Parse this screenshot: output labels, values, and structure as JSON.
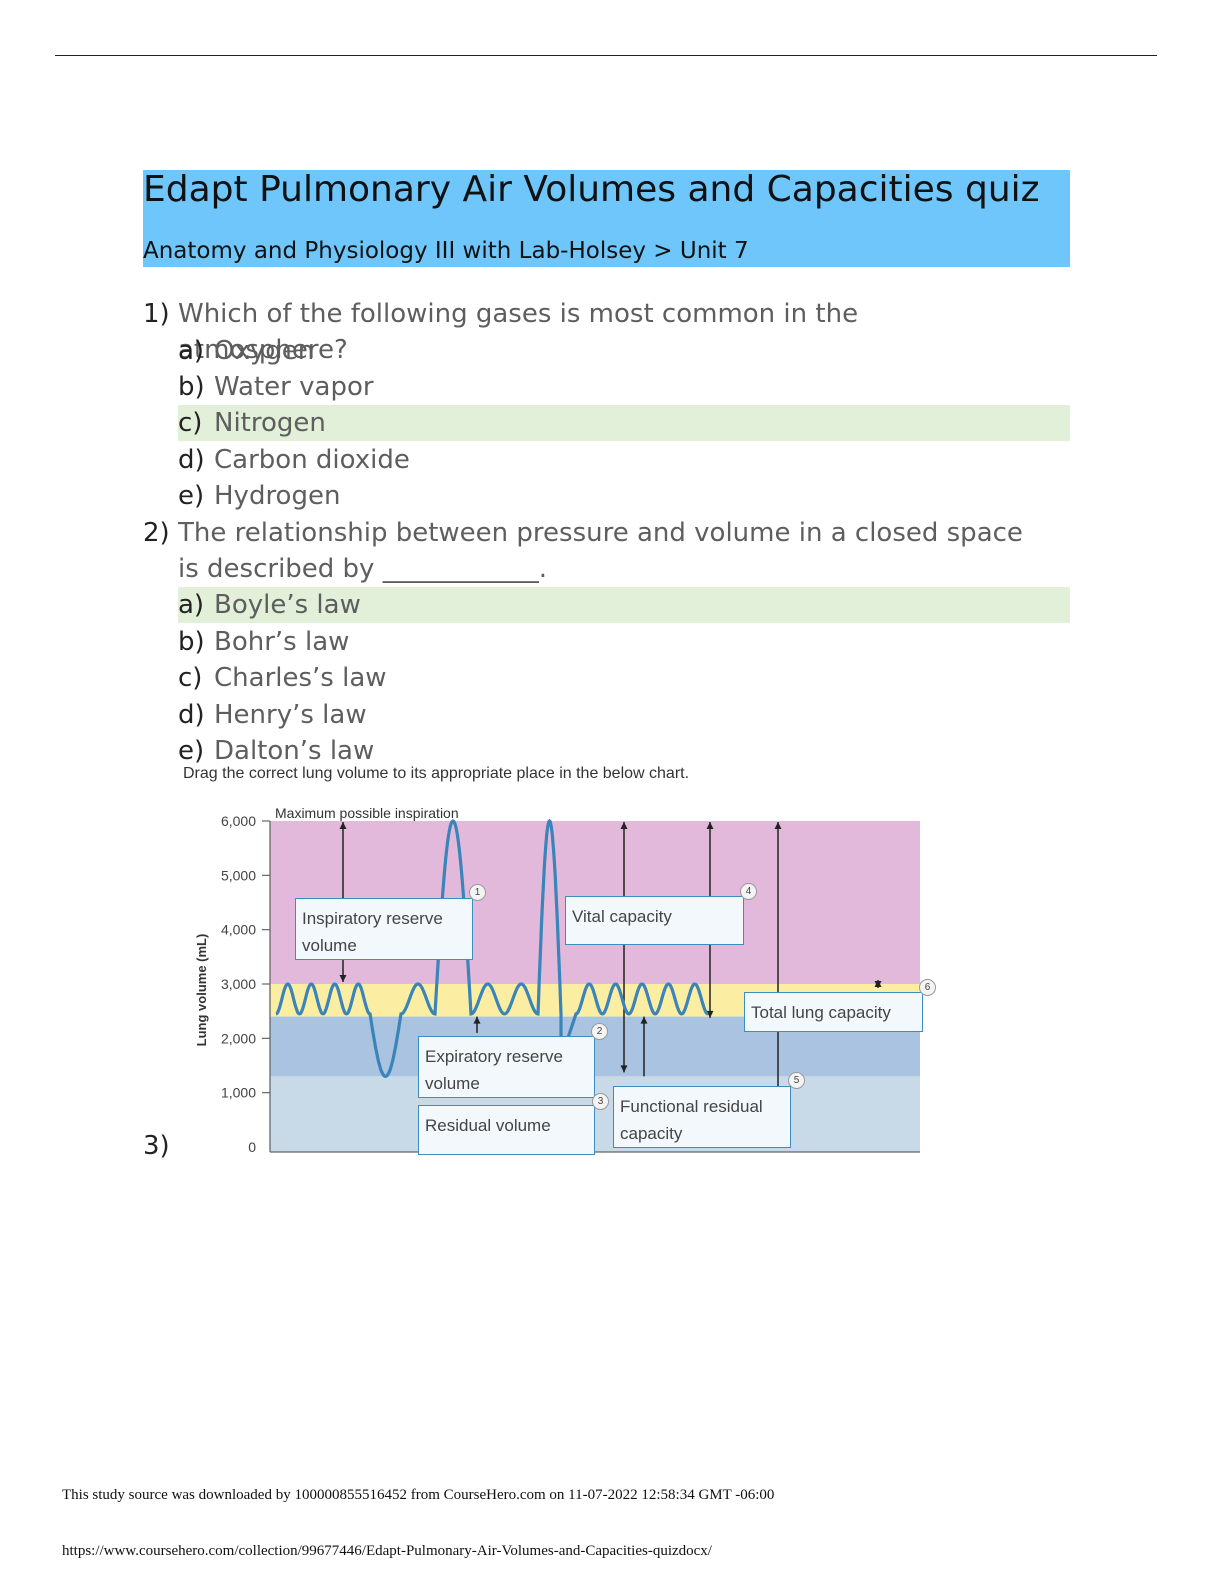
{
  "header": {
    "title": "Edapt Pulmonary Air Volumes and Capacities quiz",
    "subtitle": "Anatomy and Physiology III with Lab-Holsey > Unit 7"
  },
  "questions": [
    {
      "number": "1)",
      "text": "Which of the following gases is most common in the atmosphere?",
      "options": [
        {
          "letter": "a)",
          "text": "Oxygen",
          "correct": false
        },
        {
          "letter": "b)",
          "text": "Water vapor",
          "correct": false
        },
        {
          "letter": "c)",
          "text": "Nitrogen",
          "correct": true
        },
        {
          "letter": "d)",
          "text": "Carbon dioxide",
          "correct": false
        },
        {
          "letter": "e)",
          "text": "Hydrogen",
          "correct": false
        }
      ]
    },
    {
      "number": "2)",
      "text": "The relationship between pressure and volume in a closed space is described by ____________.",
      "options": [
        {
          "letter": "a)",
          "text": "Boyle’s law",
          "correct": true
        },
        {
          "letter": "b)",
          "text": "Bohr’s law",
          "correct": false
        },
        {
          "letter": "c)",
          "text": "Charles’s law",
          "correct": false
        },
        {
          "letter": "d)",
          "text": "Henry’s law",
          "correct": false
        },
        {
          "letter": "e)",
          "text": "Dalton’s law",
          "correct": false
        }
      ]
    },
    {
      "number": "3)",
      "instruction": "Drag the correct lung volume to its appropriate place in the below chart."
    }
  ],
  "chart_data": {
    "type": "line",
    "ylabel": "Lung volume (mL)",
    "ylim": [
      0,
      6000
    ],
    "yticks": [
      "6,000",
      "5,000",
      "4,000",
      "3,000",
      "2,000",
      "1,000",
      "0"
    ],
    "top_annotation": "Maximum possible inspiration",
    "bands_ml": [
      {
        "from": 3000,
        "to": 6000,
        "color": "#e2b9da"
      },
      {
        "from": 2400,
        "to": 3000,
        "color": "#fbeea3"
      },
      {
        "from": 1300,
        "to": 2400,
        "color": "#a9c3e1"
      },
      {
        "from": 0,
        "to": 1300,
        "color": "#c8d9e8"
      }
    ],
    "drop_labels": [
      {
        "badge": "1",
        "text": "Inspiratory reserve volume"
      },
      {
        "badge": "2",
        "text": "Expiratory reserve volume"
      },
      {
        "badge": "3",
        "text": "Residual volume"
      },
      {
        "badge": "4",
        "text": "Vital capacity"
      },
      {
        "badge": "5",
        "text": "Functional residual capacity"
      },
      {
        "badge": "6",
        "text": "Total lung capacity"
      }
    ]
  },
  "footer": {
    "line1": "This study source was downloaded by 100000855516452 from CourseHero.com on 11-07-2022 12:58:34 GMT -06:00",
    "line2": "https://www.coursehero.com/collection/99677446/Edapt-Pulmonary-Air-Volumes-and-Capacities-quizdocx/"
  }
}
